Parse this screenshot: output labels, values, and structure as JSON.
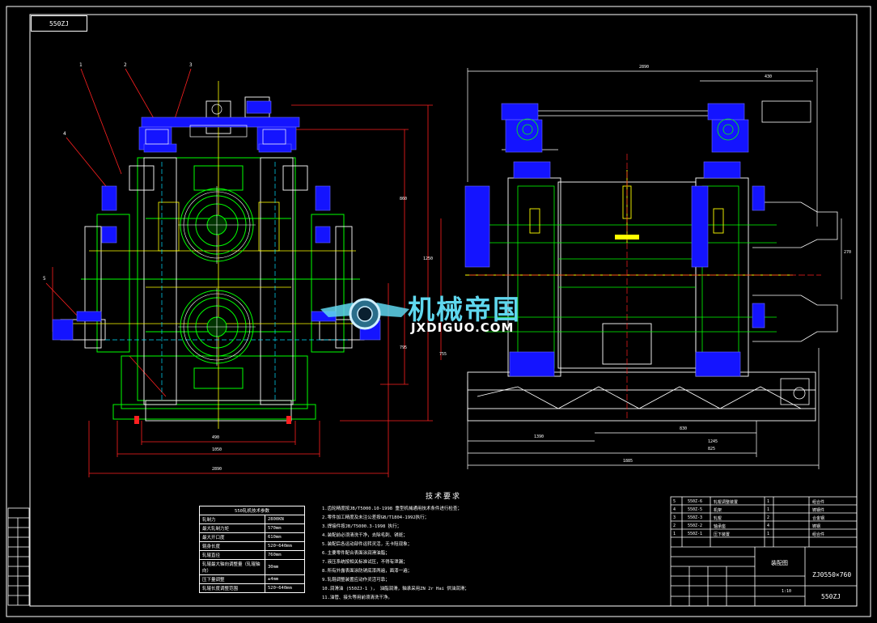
{
  "sheet_code": "550ZJ",
  "view_dims": {
    "left": [
      "1",
      "2",
      "3",
      "4",
      "5",
      "490",
      "1050",
      "2890",
      "860",
      "1250",
      "795",
      "755"
    ],
    "right": [
      "1390",
      "830",
      "430",
      "825",
      "1245",
      "1885",
      "270",
      "2890"
    ]
  },
  "logo": {
    "cn": "机械帝国",
    "en": "JXDIGUO.COM"
  },
  "params": {
    "title": "550轧机技术参数",
    "rows": [
      [
        "轧制力",
        "2800KN"
      ],
      [
        "最大轧制力矩",
        "570mm"
      ],
      [
        "最大开口度",
        "610mm"
      ],
      [
        "辊身长度",
        "520~640mm"
      ],
      [
        "轧辊直径",
        "760mm"
      ],
      [
        "轧辊最大轴向调整量（轧辊轴向）",
        "30mm"
      ],
      [
        "压下量调整",
        "±4mm"
      ],
      [
        "轧辊长度调整范围",
        "520~640mm"
      ]
    ]
  },
  "tech": {
    "heading": "技术要求",
    "lines": [
      "1.齿轮精度按JB/T5000.10-1998 重型机械通用技术条件进行检查；",
      "2.零件加工精度及未注公差按GB/T1804-1992执行；",
      "3.焊接件按JB/T5000.3-1998 执行；",
      "4.装配前必须清洗干净，去除毛刺、锈斑；",
      "5.装配后各运动部件运转灵活，无卡阻现象；",
      "6.主要零件配合表面涂润滑油脂；",
      "7.液压系统按相关标准试压，不得有泄漏；",
      "8.所有外露表面涂防锈底漆两遍，面漆一遍；",
      "9.轧辊调整装置应动作灵活可靠；",
      "10.润滑油 (550ZJ-1 )， 油脂润滑，轴承采用ZN 2r Hai 供油润滑；",
      "11.油管、接头等用前须清洗干净。"
    ]
  },
  "title_block": {
    "name": "装配图",
    "code": "ZJ0550×760",
    "drawing_no": "550ZJ",
    "parts": [
      [
        "5",
        "550Z-6",
        "轧辊调整装置",
        "1",
        "组合件"
      ],
      [
        "4",
        "550Z-5",
        "机架",
        "1",
        "铸钢件"
      ],
      [
        "3",
        "550Z-3",
        "轧辊",
        "2",
        "合金钢"
      ],
      [
        "2",
        "550Z-2",
        "轴承座",
        "4",
        "铸钢"
      ],
      [
        "1",
        "550Z-1",
        "压下装置",
        "1",
        "组合件"
      ]
    ],
    "scale": "1:10"
  },
  "colors": {
    "blue": "#1414ff",
    "cyan": "#00e0ff",
    "green": "#00ff00",
    "yellow": "#ffff00",
    "red": "#ff2020",
    "white": "#ffffff"
  }
}
